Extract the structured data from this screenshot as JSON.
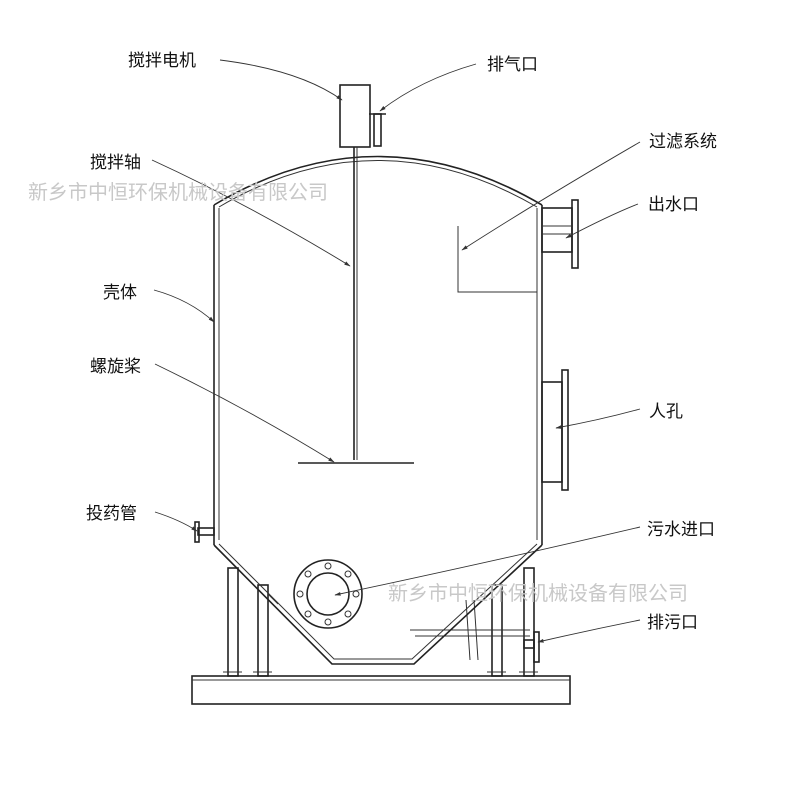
{
  "labels": {
    "agitator_motor": "搅拌电机",
    "exhaust_port": "排气口",
    "filter_system": "过滤系统",
    "agitator_shaft": "搅拌轴",
    "water_outlet": "出水口",
    "shell": "壳体",
    "propeller": "螺旋桨",
    "manhole": "人孔",
    "dosing_pipe": "投药管",
    "sewage_inlet": "污水进口",
    "drain_port": "排污口"
  },
  "watermark": {
    "text1": "新乡市中恒环保机械设备有限公司",
    "text2": "新乡市中恒环保机械设备有限公司"
  },
  "colors": {
    "line": "#222222",
    "watermark": "#c8c8c8",
    "background": "#ffffff"
  }
}
